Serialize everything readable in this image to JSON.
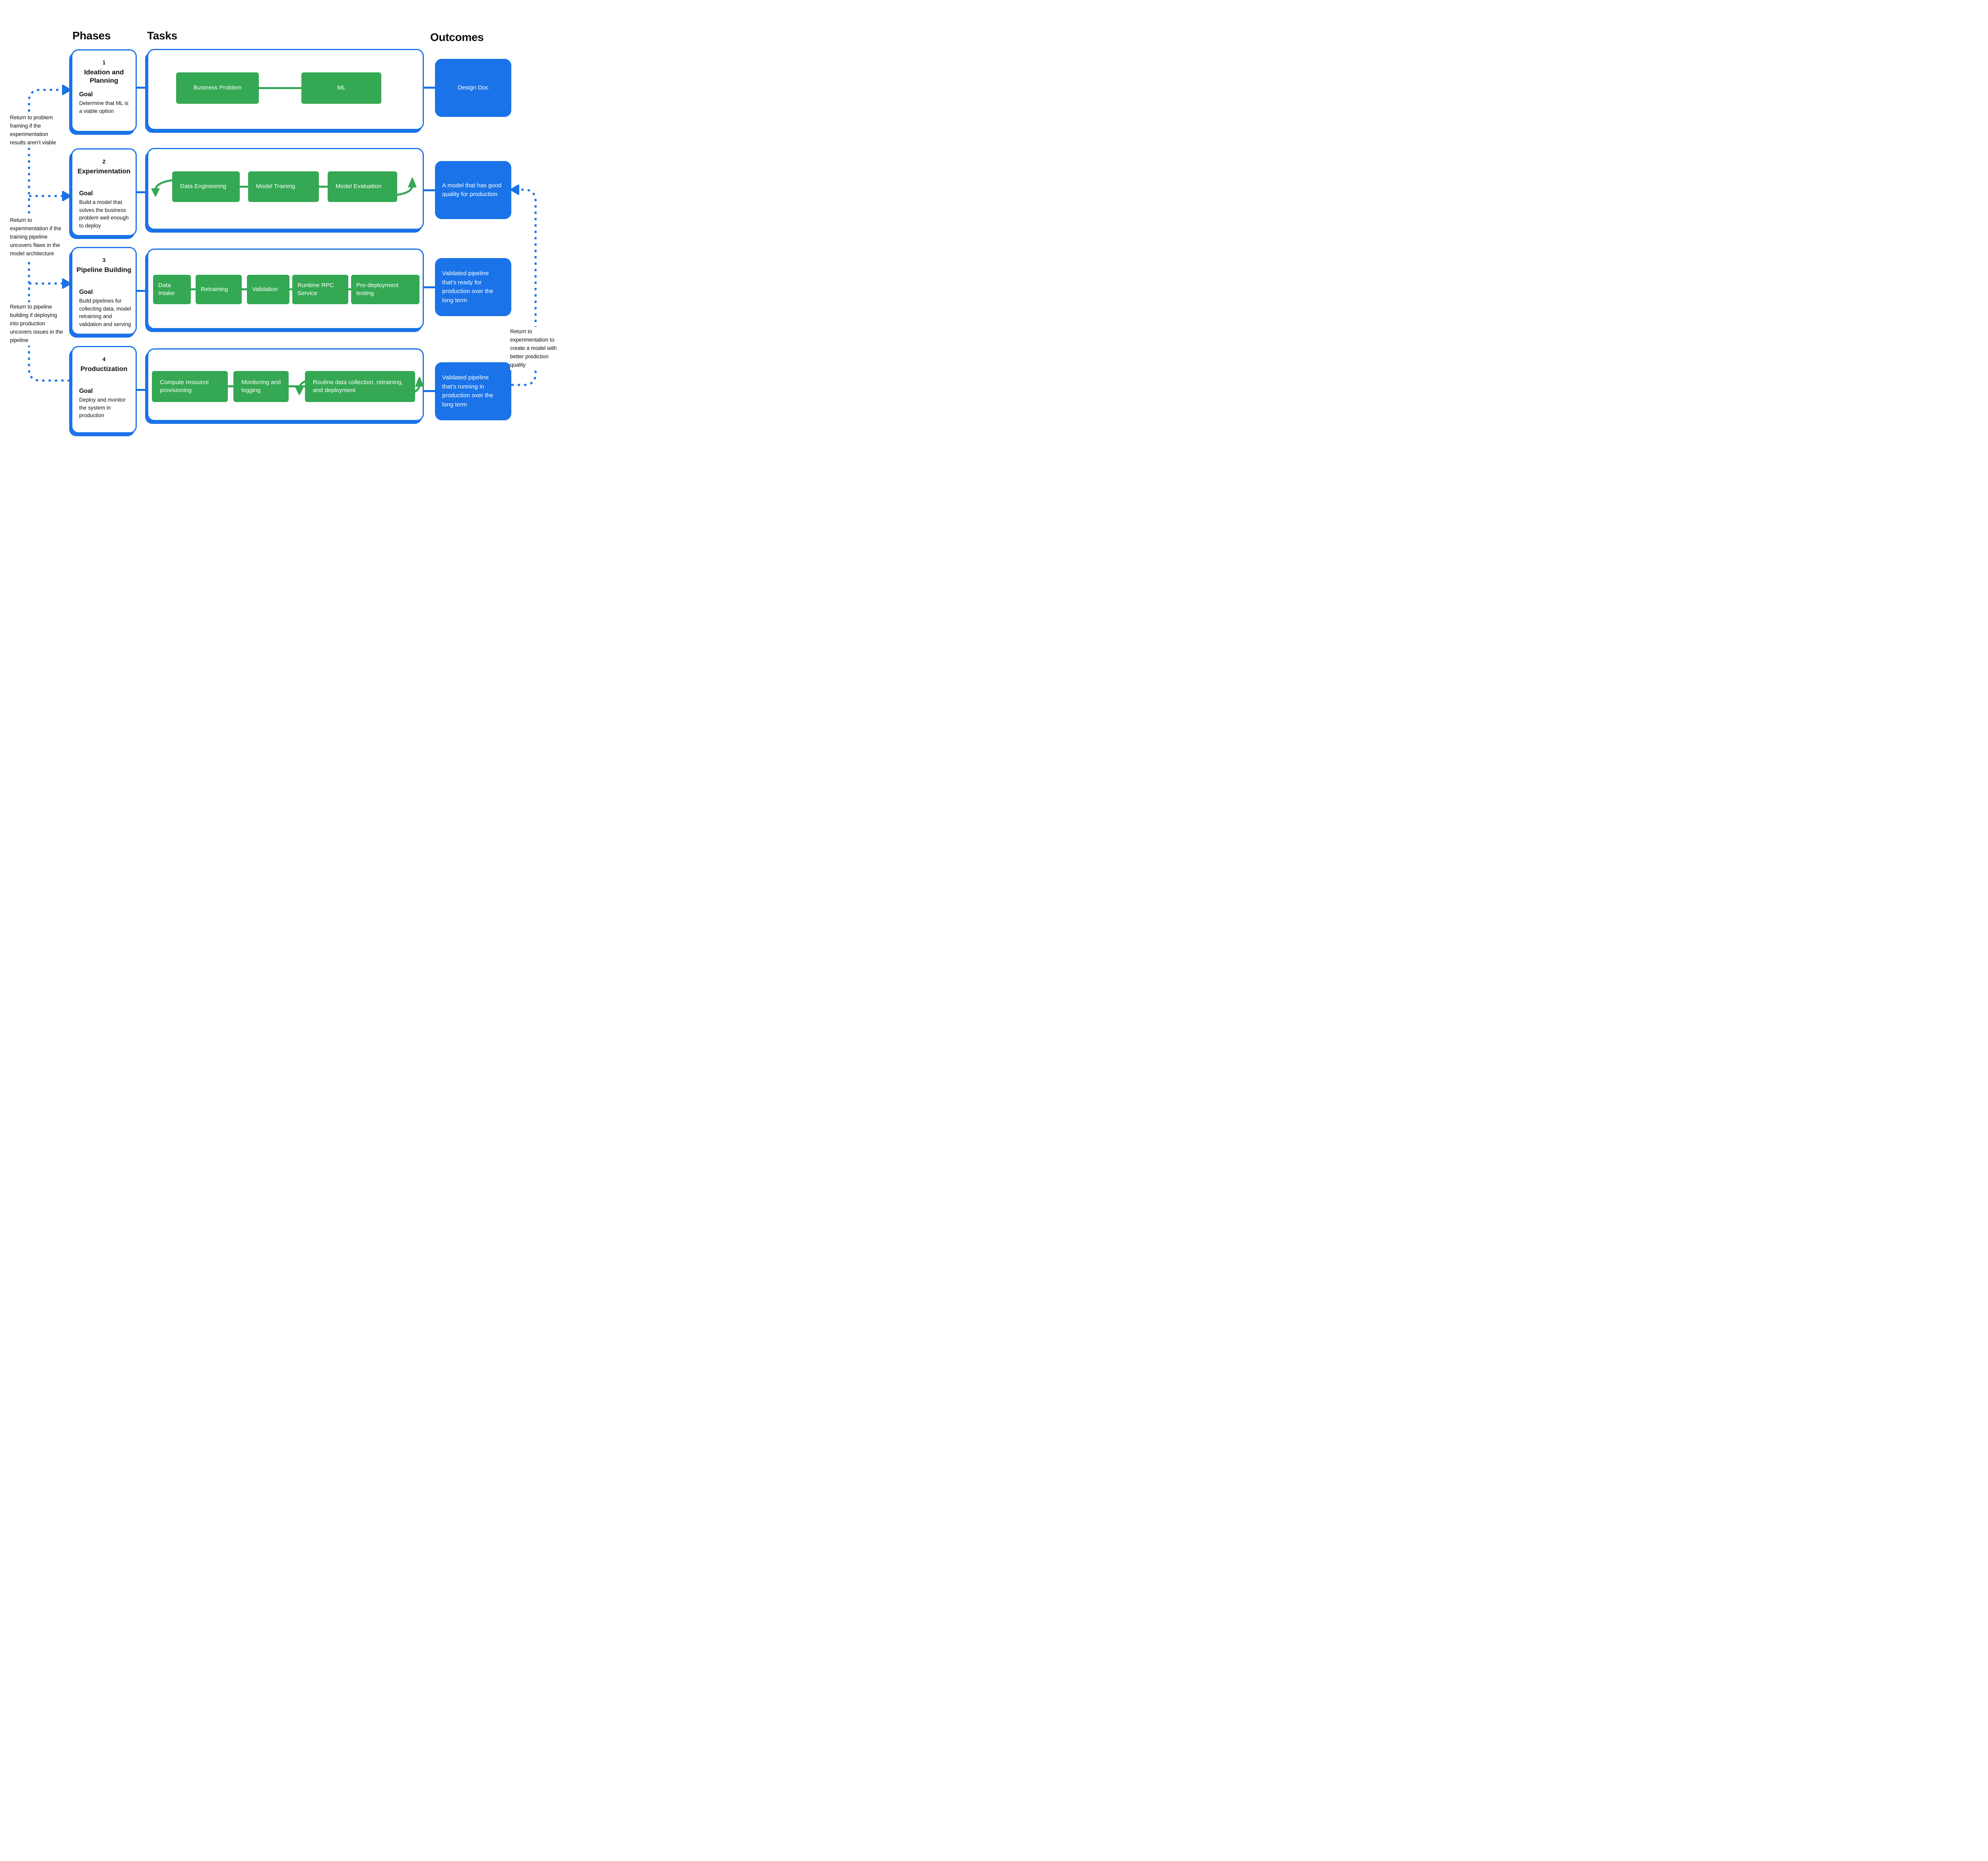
{
  "header": {
    "phases": "Phases",
    "tasks": "Tasks",
    "outcomes": "Outcomes"
  },
  "colors": {
    "green": "#34A853",
    "blue": "#1A73E8",
    "text": "#111111",
    "background": "#FFFFFF"
  },
  "phases": [
    {
      "number": "1",
      "title": "Ideation and Planning",
      "goal_label": "Goal",
      "goal_text": "Determine that ML is a viable option"
    },
    {
      "number": "2",
      "title": "Experimentation",
      "goal_label": "Goal",
      "goal_text": "Build a model that solves the business problem well enough to deploy"
    },
    {
      "number": "3",
      "title": "Pipeline Building",
      "goal_label": "Goal",
      "goal_text": "Build pipelines for collecting data, model retraining and validation and serving"
    },
    {
      "number": "4",
      "title": "Productization",
      "goal_label": "Goal",
      "goal_text": "Deploy and monitor the system in production"
    }
  ],
  "task_rows": [
    [
      "Business Problem",
      "ML"
    ],
    [
      "Data Engineering",
      "Model Training",
      "Model Evaluation"
    ],
    [
      "Data Intake",
      "Retraining",
      "Validation",
      "Runtime RPC Service",
      "Pre-deployment testing"
    ],
    [
      "Compute resource provisioning",
      "Monitoring and logging",
      "Routine data collection, retraining, and deployment"
    ]
  ],
  "outcomes": [
    "Design Doc",
    "A model that has good quality for production",
    "Validated pipeline that’s ready for production over the long term",
    "Validated pipeline that’s running in production over the long term"
  ],
  "annotations": {
    "left": [
      "Return to problem framing if the experimentation results aren’t viable",
      "Return to experimentation if the training pipeline uncovers flaws in the model architecture",
      "Return to pipeline building if deploying into production uncovers issues in the pipeline"
    ],
    "right": "Return to experimentation to create a model with better prediction quality"
  }
}
